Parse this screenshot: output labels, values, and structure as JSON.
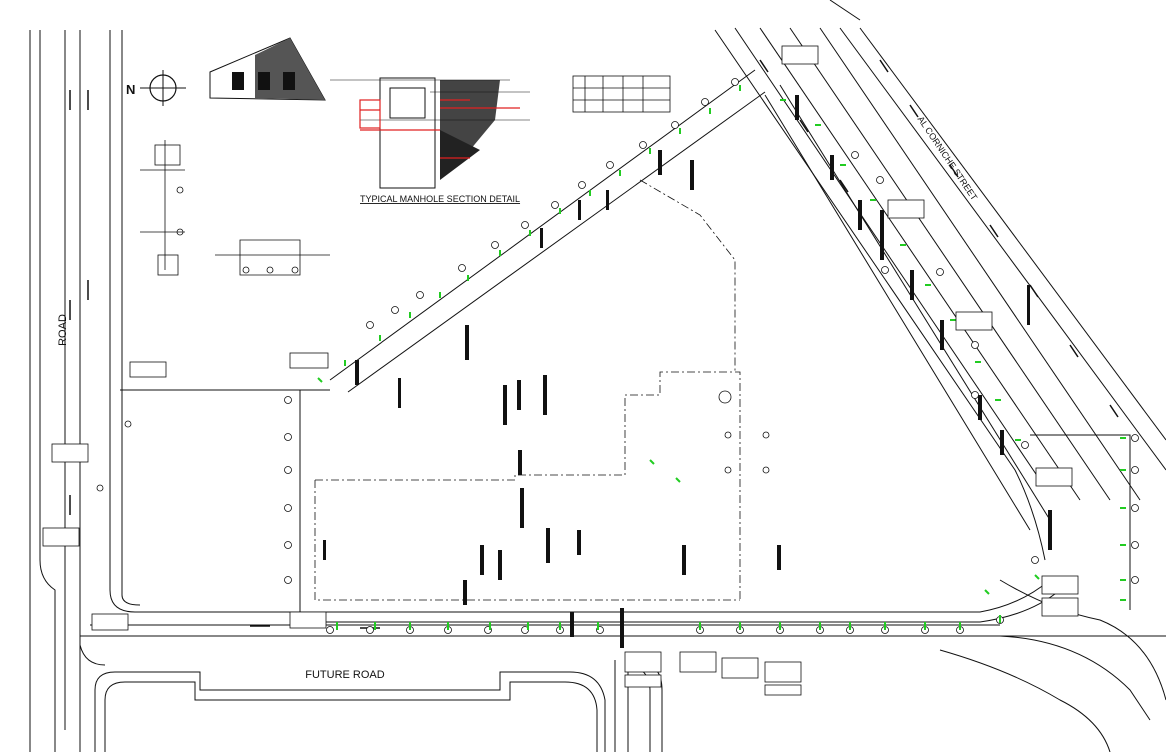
{
  "labels": {
    "road_west": "ROAD",
    "road_south": "FUTURE ROAD",
    "street_east": "AL CORNICHE STREET",
    "detail_title": "TYPICAL MANHOLE SECTION DETAIL",
    "north_letter": "N"
  },
  "colors": {
    "line": "#111111",
    "pipe_marker": "#22cc22",
    "section_red": "#e02020",
    "background": "#ffffff"
  },
  "icons": {
    "north_arrow": "north-arrow-icon",
    "manhole": "manhole-circle-icon"
  }
}
